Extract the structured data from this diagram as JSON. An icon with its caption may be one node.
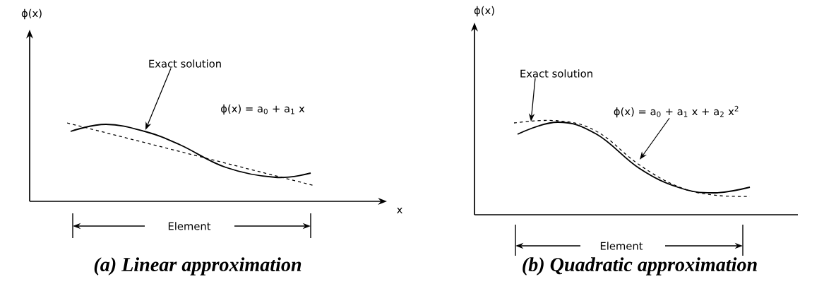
{
  "diagram": {
    "nodes": [
      {
        "text": [
          "Exact solution"
        ]
      },
      {
        "text": [
          "Exact solution"
        ]
      },
      {
        "text": [
          "ϕ(x) = a$_{0}$ + a$_{1}$ x + a$_{2}$ x$^{2}$"
        ]
      },
      {
        "text": [],
        "shape": "curve"
      },
      {
        "text": [],
        "shape": "curve"
      },
      {
        "text": [],
        "shape": "curve"
      }
    ],
    "edges": [
      {
        "from": 0,
        "to": 3,
        "arrow": "to"
      },
      {
        "from": 1,
        "to": 4,
        "arrow": "to"
      },
      {
        "from": 2,
        "to": 5,
        "arrow": "to"
      }
    ],
    "labels": [
      "ϕ(x)",
      "x",
      "ϕ(x) = a$_{0}$ + a$_{1}$ x",
      "Element",
      "(a) Linear approximation",
      "ϕ(x)",
      "Element",
      "(b) Quadratic approximation"
    ]
  }
}
